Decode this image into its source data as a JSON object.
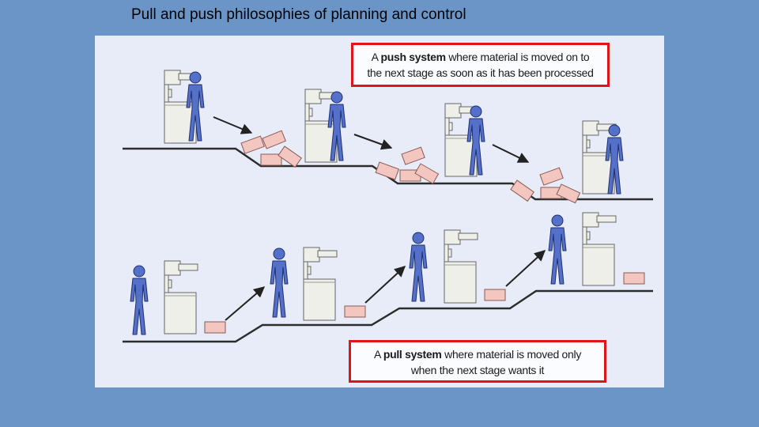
{
  "title": "Pull and push philosophies of planning and control",
  "push_callout": {
    "bold": "push system",
    "prefix": "A ",
    "rest_line1": " where material is moved on to",
    "line2": "the next stage as soon as it has been processed"
  },
  "pull_callout": {
    "bold": "pull system",
    "prefix": "A ",
    "rest_line1": " where material is moved only",
    "line2": "when the next stage wants it"
  },
  "colors": {
    "slide_bg": "#6a95c6",
    "panel_bg": "#e7ecf8",
    "worker": "#5470c8",
    "machine": "#efefe9",
    "box": "#f3c6c0",
    "callout_border": "#e0141b"
  }
}
